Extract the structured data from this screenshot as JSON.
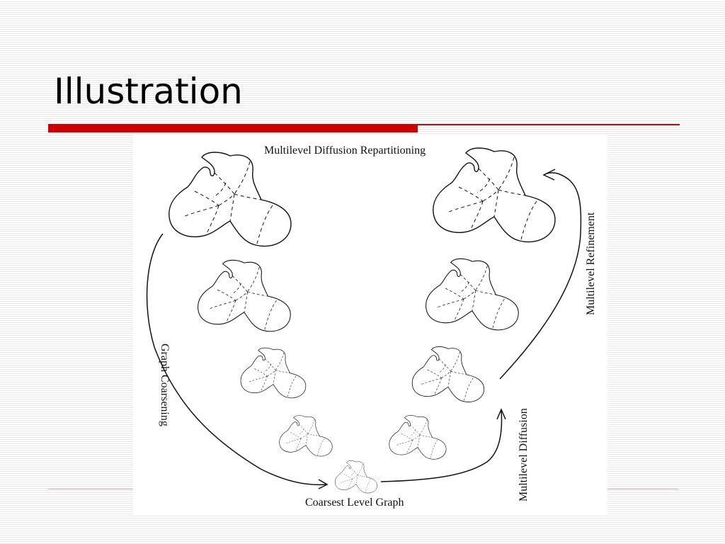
{
  "slide": {
    "title": "Illustration"
  },
  "diagram": {
    "top_label": "Multilevel Diffusion Repartitioning",
    "left_label": "Graph Coarsening",
    "bottom_label": "Coarsest Level Graph",
    "mid_label": "Multilevel Diffusion",
    "right_label": "Multilevel Refinement"
  }
}
